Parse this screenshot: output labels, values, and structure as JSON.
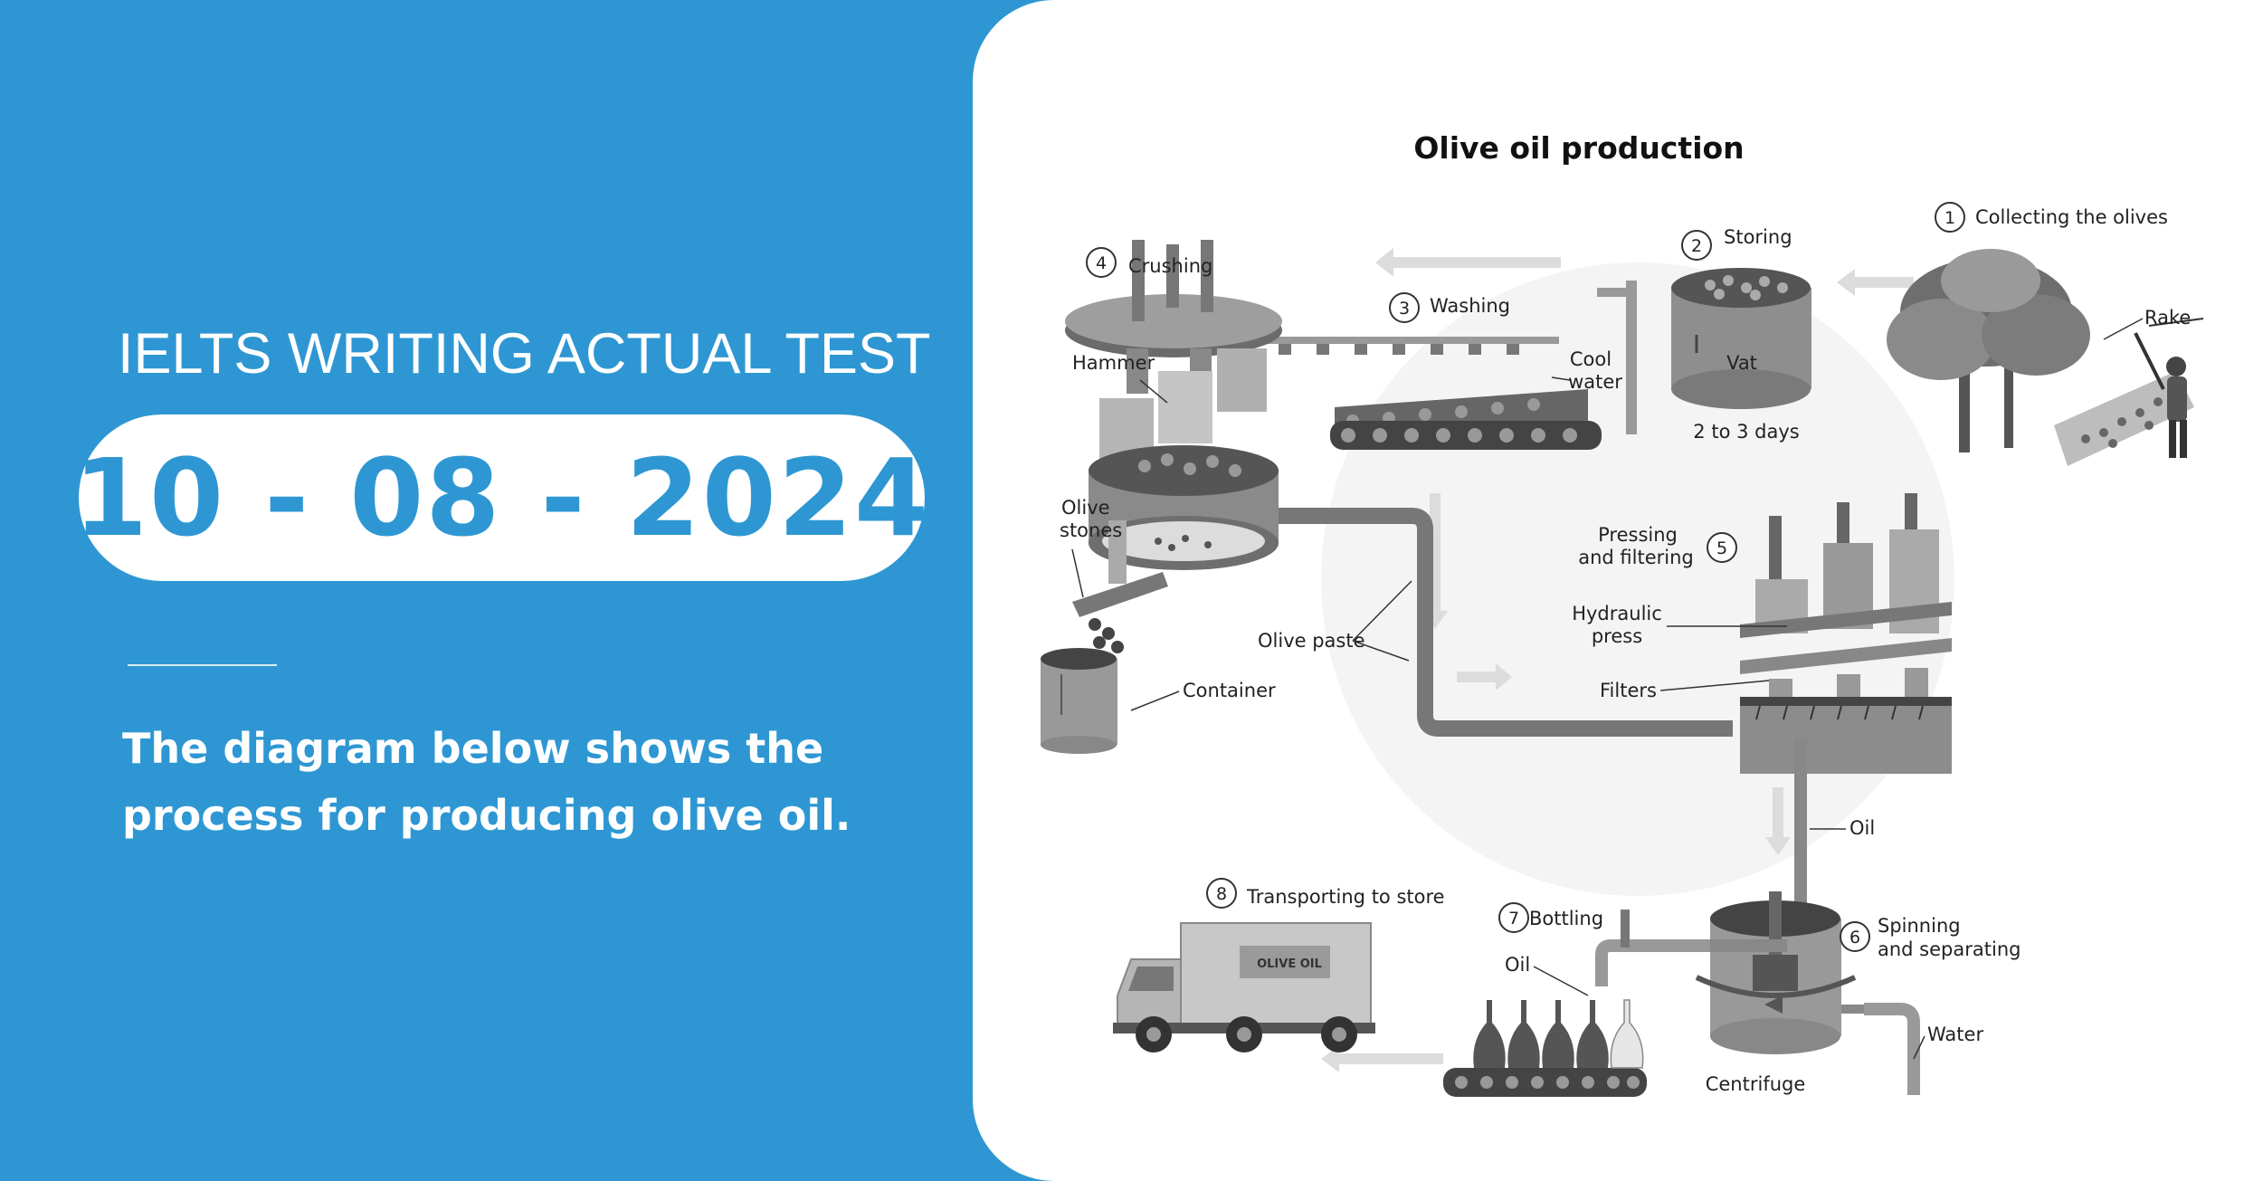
{
  "banner": {
    "heading": "IELTS WRITING ACTUAL TEST",
    "date": "10 - 08 - 2024",
    "description_line1": "The diagram below shows the",
    "description_line2": "process for producing olive oil."
  },
  "colors": {
    "accent": "#2e97d3",
    "panel": "#ffffff"
  },
  "diagram": {
    "title": "Olive oil production",
    "steps": [
      {
        "number": "1",
        "label": "Collecting the olives"
      },
      {
        "number": "2",
        "label": "Storing"
      },
      {
        "number": "3",
        "label": "Washing"
      },
      {
        "number": "4",
        "label": "Crushing"
      },
      {
        "number": "5",
        "label_line1": "Pressing",
        "label_line2": "and filtering"
      },
      {
        "number": "6",
        "label_line1": "Spinning",
        "label_line2": "and separating"
      },
      {
        "number": "7",
        "label": "Bottling"
      },
      {
        "number": "8",
        "label": "Transporting to store"
      }
    ],
    "labels": {
      "rake": "Rake",
      "vat": "Vat",
      "duration": "2 to 3 days",
      "cool_water_line1": "Cool",
      "cool_water_line2": "water",
      "hammer": "Hammer",
      "olive_stones_line1": "Olive",
      "olive_stones_line2": "stones",
      "olive_paste": "Olive paste",
      "container": "Container",
      "hydraulic_press_line1": "Hydraulic",
      "hydraulic_press_line2": "press",
      "filters": "Filters",
      "oil_pipe": "Oil",
      "water": "Water",
      "centrifuge": "Centrifuge",
      "oil_bottles": "Oil",
      "truck_sign": "OLIVE OIL"
    }
  }
}
